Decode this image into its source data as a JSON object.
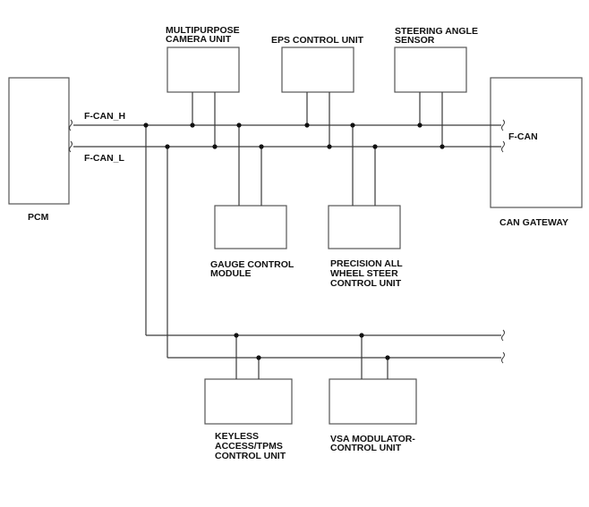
{
  "labels": {
    "pcm": "PCM",
    "can_gateway": "CAN GATEWAY",
    "f_can_h": "F-CAN_H",
    "f_can_l": "F-CAN_L",
    "f_can": "F-CAN",
    "camera_line1": "MULTIPURPOSE",
    "camera_line2": "CAMERA UNIT",
    "eps": "EPS CONTROL UNIT",
    "steering_line1": "STEERING ANGLE",
    "steering_line2": "SENSOR",
    "gauge_line1": "GAUGE CONTROL",
    "gauge_line2": "MODULE",
    "paws_line1": "PRECISION ALL",
    "paws_line2": "WHEEL STEER",
    "paws_line3": "CONTROL UNIT",
    "keyless_line1": "KEYLESS",
    "keyless_line2": "ACCESS/TPMS",
    "keyless_line3": "CONTROL UNIT",
    "vsa_line1": "VSA MODULATOR-",
    "vsa_line2": "CONTROL UNIT"
  }
}
